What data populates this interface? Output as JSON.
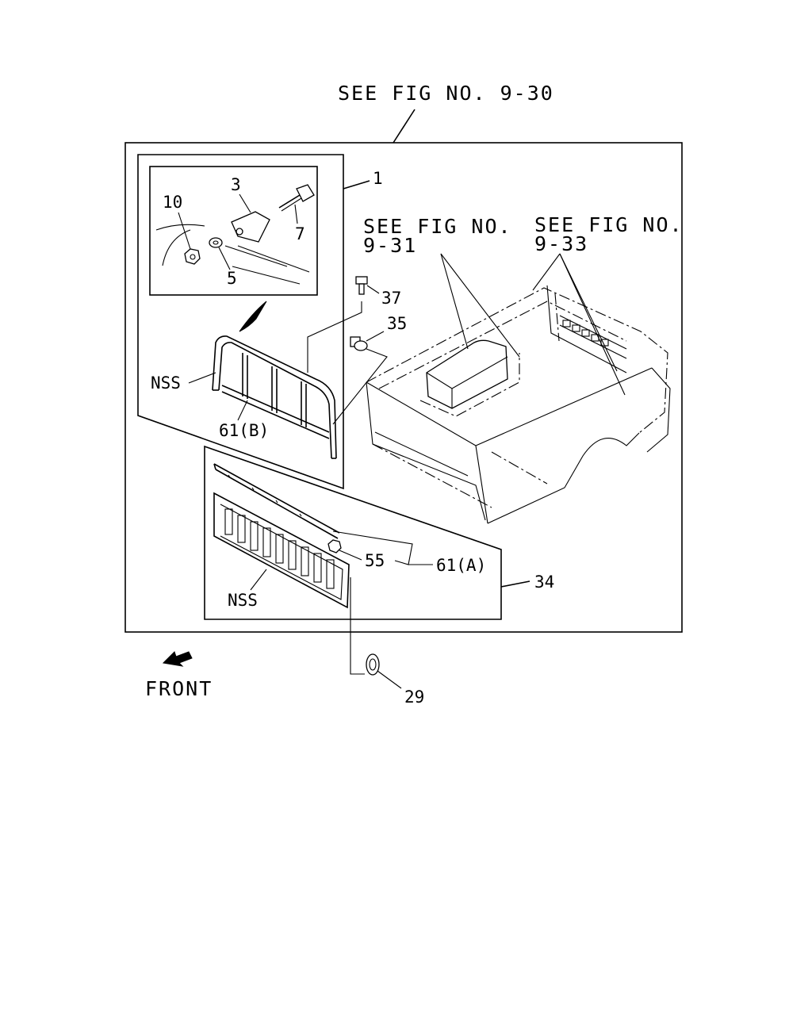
{
  "references": {
    "fig_9_30": "SEE FIG NO. 9-30",
    "fig_9_31_line1": "SEE FIG NO.",
    "fig_9_31_line2": "9-31",
    "fig_9_33_line1": "SEE FIG NO.",
    "fig_9_33_line2": "9-33"
  },
  "callouts": {
    "p1": "1",
    "p3": "3",
    "p5": "5",
    "p7": "7",
    "p10": "10",
    "p29": "29",
    "p34": "34",
    "p35": "35",
    "p37": "37",
    "p55": "55",
    "p61a": "61(A)",
    "p61b": "61(B)",
    "nss_upper": "NSS",
    "nss_lower": "NSS"
  },
  "direction": {
    "label": "FRONT",
    "icon": "front-arrow-icon"
  }
}
